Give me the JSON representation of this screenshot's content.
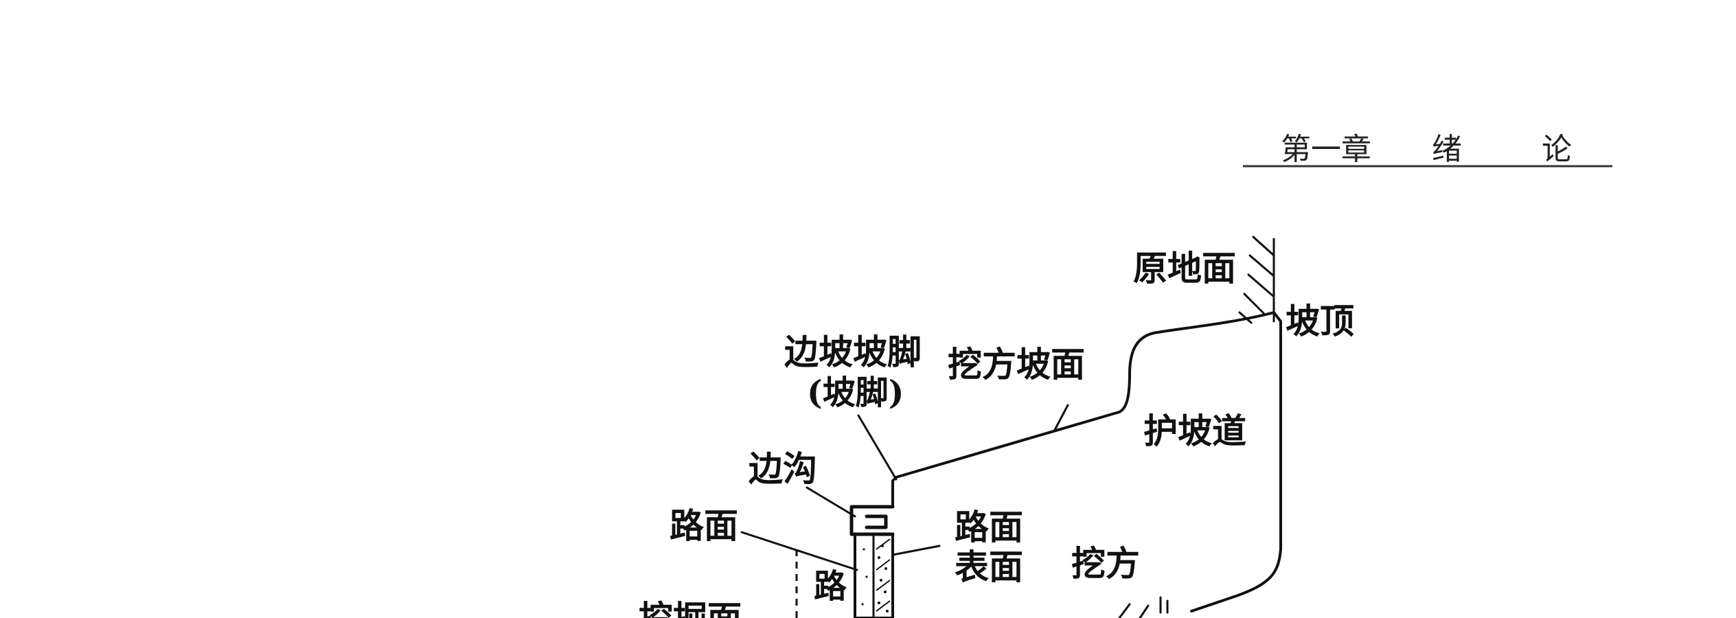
{
  "header": {
    "chapter": "第一章",
    "title_1": "绪",
    "title_2": "论"
  },
  "labels": {
    "original_ground": "原地面",
    "slope_top": "坡顶",
    "slope_toe_1": "边坡坡脚",
    "slope_toe_2": "(坡脚)",
    "cut_slope_face": "挖方坡面",
    "berm": "护坡道",
    "side_ditch": "边沟",
    "pavement": "路面",
    "pavement_surface_1": "路面",
    "pavement_surface_2": "表面",
    "cut": "挖方",
    "road_layer_char": "路",
    "excavation_face_cut": "挖掘面"
  }
}
